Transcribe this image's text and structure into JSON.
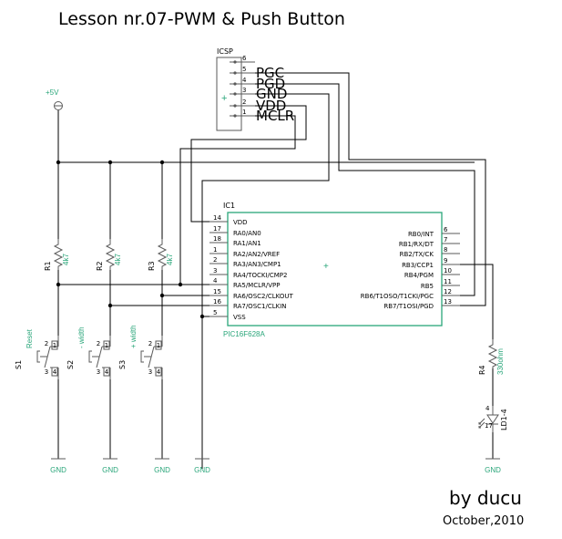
{
  "title": "Lesson nr.07-PWM & Push Button",
  "author": "by ducu",
  "date": "October,2010",
  "icsp": {
    "name": "ICSP",
    "pin_numbers": [
      "6",
      "5",
      "4",
      "3",
      "2",
      "1"
    ],
    "signals": [
      "PGC",
      "PGD",
      "GND",
      "VDD",
      "MCLR"
    ]
  },
  "power": {
    "label": "+5V",
    "ground_label": "GND"
  },
  "resistors": [
    {
      "name": "R1",
      "value": "4k7"
    },
    {
      "name": "R2",
      "value": "4k7"
    },
    {
      "name": "R3",
      "value": "4k7"
    },
    {
      "name": "R4",
      "value": "330ohm"
    }
  ],
  "switches": [
    {
      "name": "S1",
      "label": "Reset"
    },
    {
      "name": "S2",
      "label": "- width"
    },
    {
      "name": "S3",
      "label": "+ width"
    }
  ],
  "switch_pins": [
    "1",
    "2",
    "3",
    "4"
  ],
  "led": {
    "name": "LD1-4",
    "pins": [
      "4",
      "17"
    ]
  },
  "ic": {
    "name": "IC1",
    "part": "PIC16F628A",
    "left_pins": [
      {
        "num": "14",
        "label": "VDD"
      },
      {
        "num": "17",
        "label": "RA0/AN0"
      },
      {
        "num": "18",
        "label": "RA1/AN1"
      },
      {
        "num": "1",
        "label": "RA2/AN2/VREF"
      },
      {
        "num": "2",
        "label": "RA3/AN3/CMP1"
      },
      {
        "num": "3",
        "label": "RA4/TOCKI/CMP2"
      },
      {
        "num": "4",
        "label": "RA5/MCLR/VPP"
      },
      {
        "num": "15",
        "label": "RA6/OSC2/CLKOUT"
      },
      {
        "num": "16",
        "label": "RA7/OSC1/CLKIN"
      },
      {
        "num": "5",
        "label": "VSS"
      }
    ],
    "right_pins": [
      {
        "num": "6",
        "label": "RB0/INT"
      },
      {
        "num": "7",
        "label": "RB1/RX/DT"
      },
      {
        "num": "8",
        "label": "RB2/TX/CK"
      },
      {
        "num": "9",
        "label": "RB3/CCP1"
      },
      {
        "num": "10",
        "label": "RB4/PGM"
      },
      {
        "num": "11",
        "label": "RB5"
      },
      {
        "num": "12",
        "label": "RB6/T1OSO/T1CKI/PGC"
      },
      {
        "num": "13",
        "label": "RB7/T1OSI/PGD"
      }
    ]
  }
}
